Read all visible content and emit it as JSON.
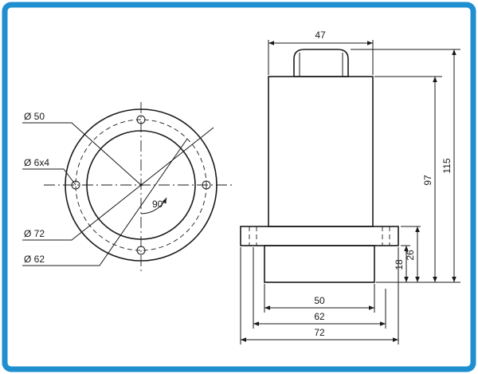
{
  "frame": {
    "border_color": "#1f8fd0",
    "background": "#ffffff"
  },
  "front_view": {
    "labels": {
      "d50": "Ø 50",
      "d6x4": "Ø 6x4",
      "d72": "Ø 72",
      "d62": "Ø 62",
      "angle": "90"
    }
  },
  "side_view": {
    "dims": {
      "top_width": "47",
      "height_total": "115",
      "height_body": "97",
      "height_26": "26",
      "height_18": "18",
      "width_50": "50",
      "width_62": "62",
      "width_72": "72"
    }
  }
}
